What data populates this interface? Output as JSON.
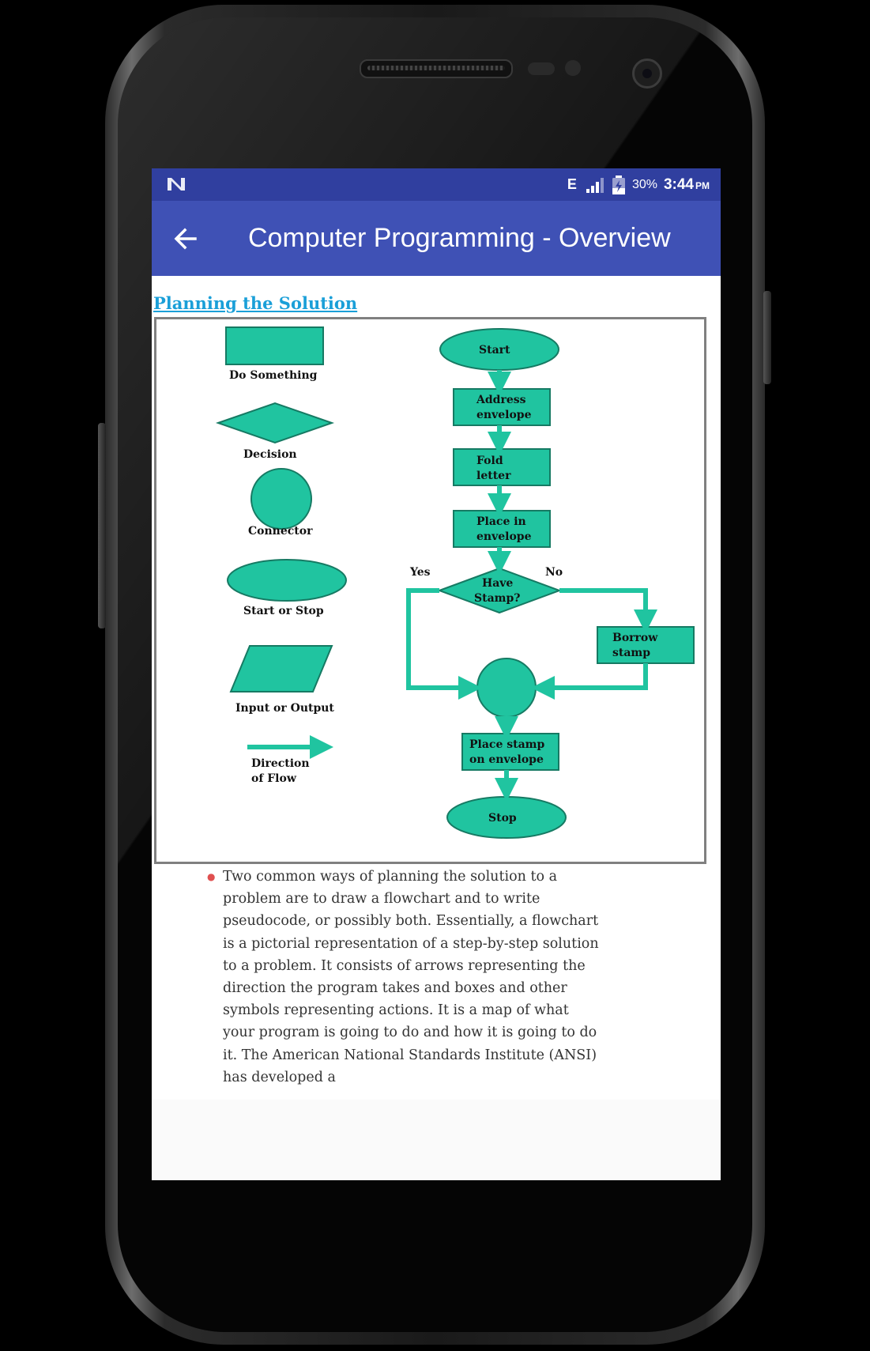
{
  "status_bar": {
    "network_type": "E",
    "battery_percent": "30%",
    "time": "3:44",
    "am_pm": "PM"
  },
  "app_bar": {
    "title": "Computer Programming - Overview"
  },
  "content": {
    "section_title": "Planning the Solution",
    "flowchart": {
      "legend": {
        "do_something": "Do Something",
        "decision": "Decision",
        "connector": "Connector",
        "start_or_stop": "Start or Stop",
        "input_or_output": "Input or Output",
        "direction_line1": "Direction",
        "direction_line2": "of Flow"
      },
      "nodes": {
        "start": "Start",
        "address_l1": "Address",
        "address_l2": "envelope",
        "fold_l1": "Fold",
        "fold_l2": "letter",
        "place_l1": "Place in",
        "place_l2": "envelope",
        "have_l1": "Have",
        "have_l2": "Stamp?",
        "yes": "Yes",
        "no": "No",
        "borrow_l1": "Borrow",
        "borrow_l2": "stamp",
        "placestamp_l1": "Place stamp",
        "placestamp_l2": "on envelope",
        "stop": "Stop"
      },
      "colors": {
        "shape_fill": "#20c4a0",
        "shape_stroke": "#167a63"
      }
    },
    "paragraph": "Two common ways of planning the solution to a problem are to draw a flowchart and to write pseudocode, or possibly both. Essentially, a flowchart is a pictorial representation of a step-by-step solution to a problem. It consists of arrows representing the direction the program takes and boxes and other symbols representing actions. It is a map of what your program is going to do and how it is going to do it. The American National Standards Institute (ANSI) has developed a"
  },
  "icons": [
    "notification-n-icon",
    "network-e-icon",
    "signal-icon",
    "battery-charging-icon",
    "back-arrow-icon"
  ],
  "theme": {
    "status_bar": "#303f9f",
    "app_bar": "#3f51b5",
    "link": "#1a9fd8",
    "bullet": "#e05050"
  }
}
